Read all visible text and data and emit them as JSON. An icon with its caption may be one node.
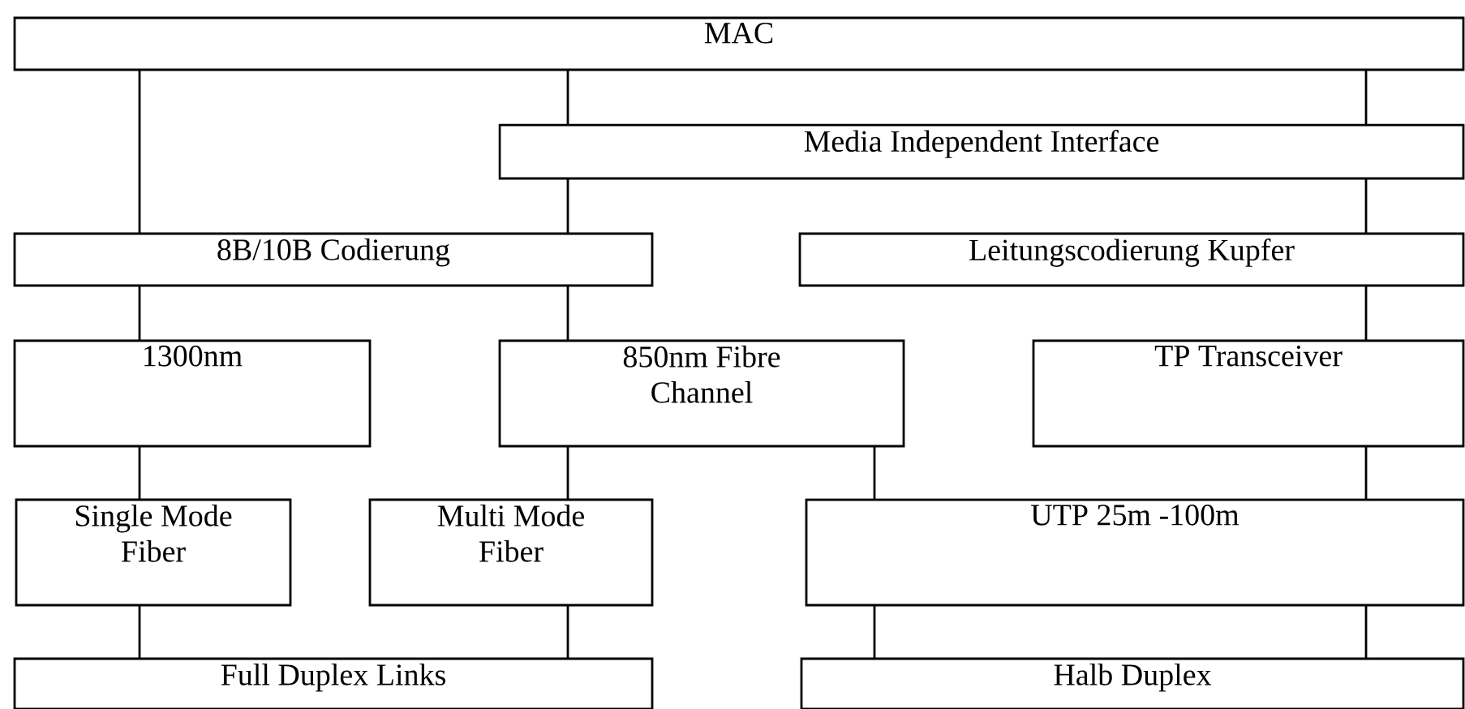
{
  "diagram": {
    "nodes": [
      {
        "text": [
          "MAC"
        ]
      },
      {
        "text": [
          "Media Independent Interface"
        ]
      },
      {
        "text": [
          "8B/10B Codierung"
        ]
      },
      {
        "text": [
          "Leitungscodierung Kupfer"
        ]
      },
      {
        "text": [
          "1300nm"
        ]
      },
      {
        "text": [
          "850nm Fibre Channel"
        ]
      },
      {
        "text": [
          "TP Transceiver"
        ]
      },
      {
        "text": [
          "Single Mode Fiber"
        ]
      },
      {
        "text": [
          "Multi Mode Fiber"
        ]
      },
      {
        "text": [
          "UTP 25m -100m"
        ]
      },
      {
        "text": [
          "Full Duplex Links"
        ]
      },
      {
        "text": [
          "Halb Duplex"
        ]
      }
    ],
    "edges": [
      {
        "from": 0,
        "to": 2,
        "arrow": "none"
      },
      {
        "from": 0,
        "to": 1,
        "arrow": "none"
      },
      {
        "from": 0,
        "to": 1,
        "arrow": "none"
      },
      {
        "from": 1,
        "to": 2,
        "arrow": "none"
      },
      {
        "from": 1,
        "to": 3,
        "arrow": "none"
      },
      {
        "from": 2,
        "to": 4,
        "arrow": "none"
      },
      {
        "from": 2,
        "to": 5,
        "arrow": "none"
      },
      {
        "from": 3,
        "to": 6,
        "arrow": "none"
      },
      {
        "from": 4,
        "to": 7,
        "arrow": "none"
      },
      {
        "from": 5,
        "to": 8,
        "arrow": "none"
      },
      {
        "from": 5,
        "to": 9,
        "arrow": "none"
      },
      {
        "from": 6,
        "to": 9,
        "arrow": "none"
      },
      {
        "from": 7,
        "to": 10,
        "arrow": "none"
      },
      {
        "from": 8,
        "to": 10,
        "arrow": "none"
      },
      {
        "from": 9,
        "to": 11,
        "arrow": "none"
      },
      {
        "from": 9,
        "to": 11,
        "arrow": "none"
      }
    ]
  }
}
